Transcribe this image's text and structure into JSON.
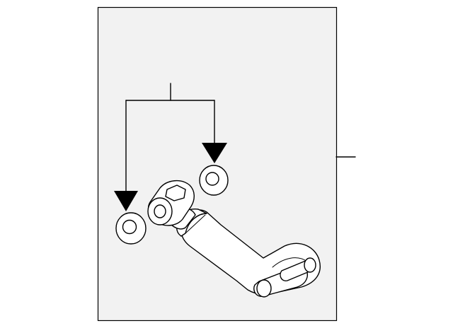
{
  "diagram": {
    "description_visible_text": "",
    "colors": {
      "line": "#000000",
      "background": "#ffffff",
      "panel": "#f2f2f2"
    },
    "parts": [
      {
        "name": "pipe-assembly",
        "kind": "bent tube with banjo fitting"
      },
      {
        "name": "washer-upper",
        "kind": "sealing washer"
      },
      {
        "name": "washer-lower",
        "kind": "sealing washer"
      }
    ],
    "callouts": [
      {
        "name": "washer-callout",
        "targets": [
          "washer-upper",
          "washer-lower"
        ]
      },
      {
        "name": "assembly-callout",
        "targets": [
          "pipe-assembly"
        ]
      }
    ]
  }
}
